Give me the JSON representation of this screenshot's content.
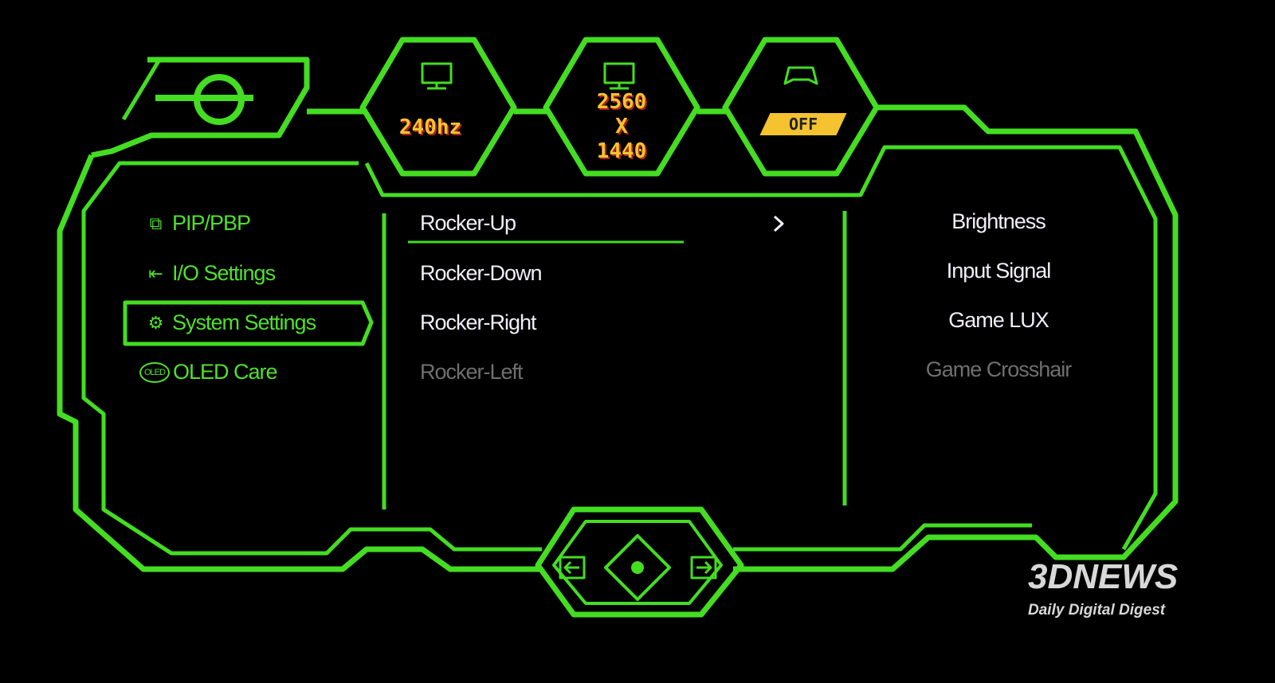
{
  "status": {
    "refresh_rate": "240hz",
    "resolution_width": "2560",
    "resolution_x": "X",
    "resolution_height": "1440",
    "game_mode": "OFF"
  },
  "sidebar": {
    "items": [
      {
        "label": "PIP/PBP",
        "icon": "pip-icon"
      },
      {
        "label": "I/O Settings",
        "icon": "input-icon"
      },
      {
        "label": "System Settings",
        "icon": "gear-icon",
        "selected": true
      },
      {
        "label": "OLED Care",
        "icon": "oled-icon",
        "icon_text": "OLED"
      }
    ]
  },
  "middle": {
    "items": [
      {
        "label": "Rocker-Up",
        "selected": true
      },
      {
        "label": "Rocker-Down"
      },
      {
        "label": "Rocker-Right"
      },
      {
        "label": "Rocker-Left",
        "disabled": true
      }
    ]
  },
  "right": {
    "items": [
      {
        "label": "Brightness"
      },
      {
        "label": "Input Signal"
      },
      {
        "label": "Game LUX"
      },
      {
        "label": "Game Crosshair",
        "disabled": true
      }
    ]
  },
  "watermark": {
    "brand": "3DNEWS",
    "tagline": "Daily Digital Digest"
  },
  "colors": {
    "accent": "#44dd22",
    "value": "#f5c230",
    "text": "#f2eefa",
    "disabled": "#6f6f6f"
  }
}
